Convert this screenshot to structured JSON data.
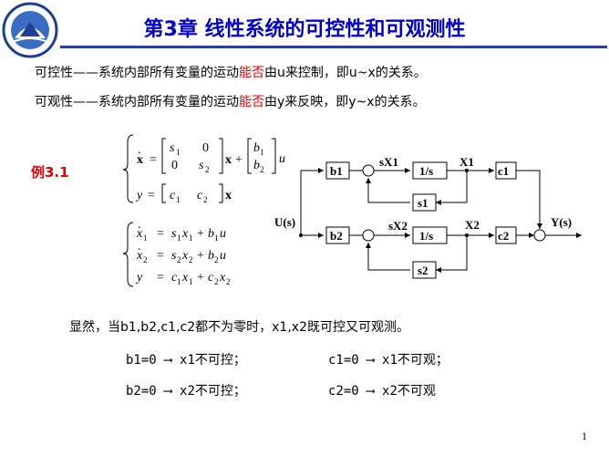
{
  "header": {
    "title": "第3章    线性系统的可控性和可观测性"
  },
  "definitions": {
    "controllability": {
      "term": "可控性",
      "dash": "——",
      "pre": "系统内部所有变量的运动",
      "highlight": "能否",
      "post": "由u来控制，即u~x的关系。"
    },
    "observability": {
      "term": "可观性",
      "dash": "——",
      "pre": "系统内部所有变量的运动",
      "highlight": "能否",
      "post": "由y来反映，即y~x的关系。"
    }
  },
  "example": {
    "label": "例3.1"
  },
  "diagram": {
    "input": "U(s)",
    "output": "Y(s)",
    "b1": "b1",
    "b2": "b2",
    "c1": "c1",
    "c2": "c2",
    "int1": "1/s",
    "int2": "1/s",
    "s1": "s1",
    "s2": "s2",
    "sx1": "sX1",
    "sx2": "sX2",
    "x1": "X1",
    "x2": "X2"
  },
  "statement": "显然，当b1,b2,c1,c2都不为零时，x1,x2既可控又可观测。",
  "conditions": {
    "b1": {
      "lhs": "b1=0",
      "rhs": "x1不可控；"
    },
    "c1": {
      "lhs": "c1=0",
      "rhs": "x1不可观；"
    },
    "b2": {
      "lhs": "b2=0",
      "rhs": "x2不可控；"
    },
    "c2": {
      "lhs": "c2=0",
      "rhs": "x2不可观"
    }
  },
  "page_number": "1",
  "colors": {
    "title": "#0000cc",
    "highlight": "#e60000",
    "rule": "#2b3f9a"
  }
}
